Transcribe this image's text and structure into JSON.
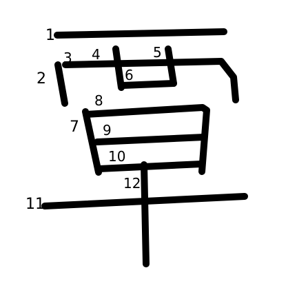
{
  "character": {
    "stroke_color": "#000000",
    "background_color": "#ffffff"
  },
  "stroke_numbers": [
    "1",
    "2",
    "3",
    "4",
    "5",
    "6",
    "7",
    "8",
    "9",
    "10",
    "11",
    "12"
  ]
}
